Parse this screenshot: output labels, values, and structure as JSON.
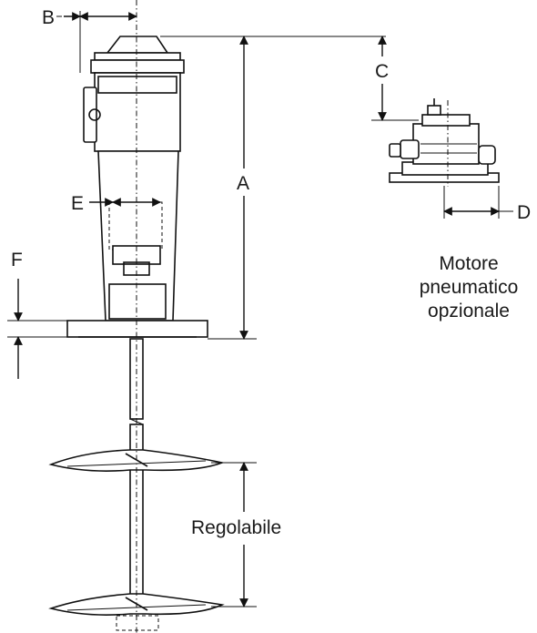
{
  "dimension_labels": {
    "a": "A",
    "b": "B",
    "c": "C",
    "d": "D",
    "e": "E",
    "f": "F"
  },
  "motor_caption": {
    "line1": "Motore",
    "line2": "pneumatico",
    "line3": "opzionale"
  },
  "adjustable_label": "Regolabile"
}
